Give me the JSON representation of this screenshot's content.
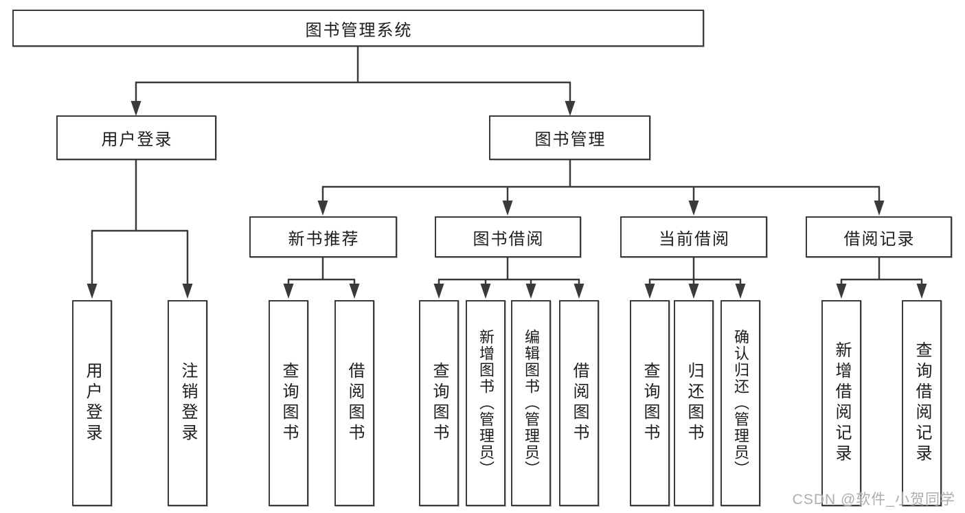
{
  "diagram": {
    "root": {
      "label": "图书管理系统"
    },
    "branches": {
      "user_login": {
        "label": "用户登录"
      },
      "book_management": {
        "label": "图书管理"
      }
    },
    "modules": {
      "new_book_recommend": {
        "label": "新书推荐"
      },
      "book_borrow": {
        "label": "图书借阅"
      },
      "current_borrow": {
        "label": "当前借阅"
      },
      "borrow_record": {
        "label": "借阅记录"
      }
    },
    "leaves": {
      "user_login": [
        "用户登录",
        "注销登录"
      ],
      "new_book_recommend": [
        "查询图书",
        "借阅图书"
      ],
      "book_borrow": [
        "查询图书",
        "新增图书（管理员）",
        "编辑图书（管理员）",
        "借阅图书"
      ],
      "current_borrow": [
        "查询图书",
        "归还图书",
        "确认归还（管理员）"
      ],
      "borrow_record": [
        "新增借阅记录",
        "查询借阅记录"
      ]
    }
  },
  "watermark": {
    "text": "CSDN @软件_小贺同学"
  },
  "colors": {
    "line": "#3a3a3a",
    "text": "#1c1c1c",
    "box_background": "#ffffff",
    "watermark": "#adadad"
  }
}
